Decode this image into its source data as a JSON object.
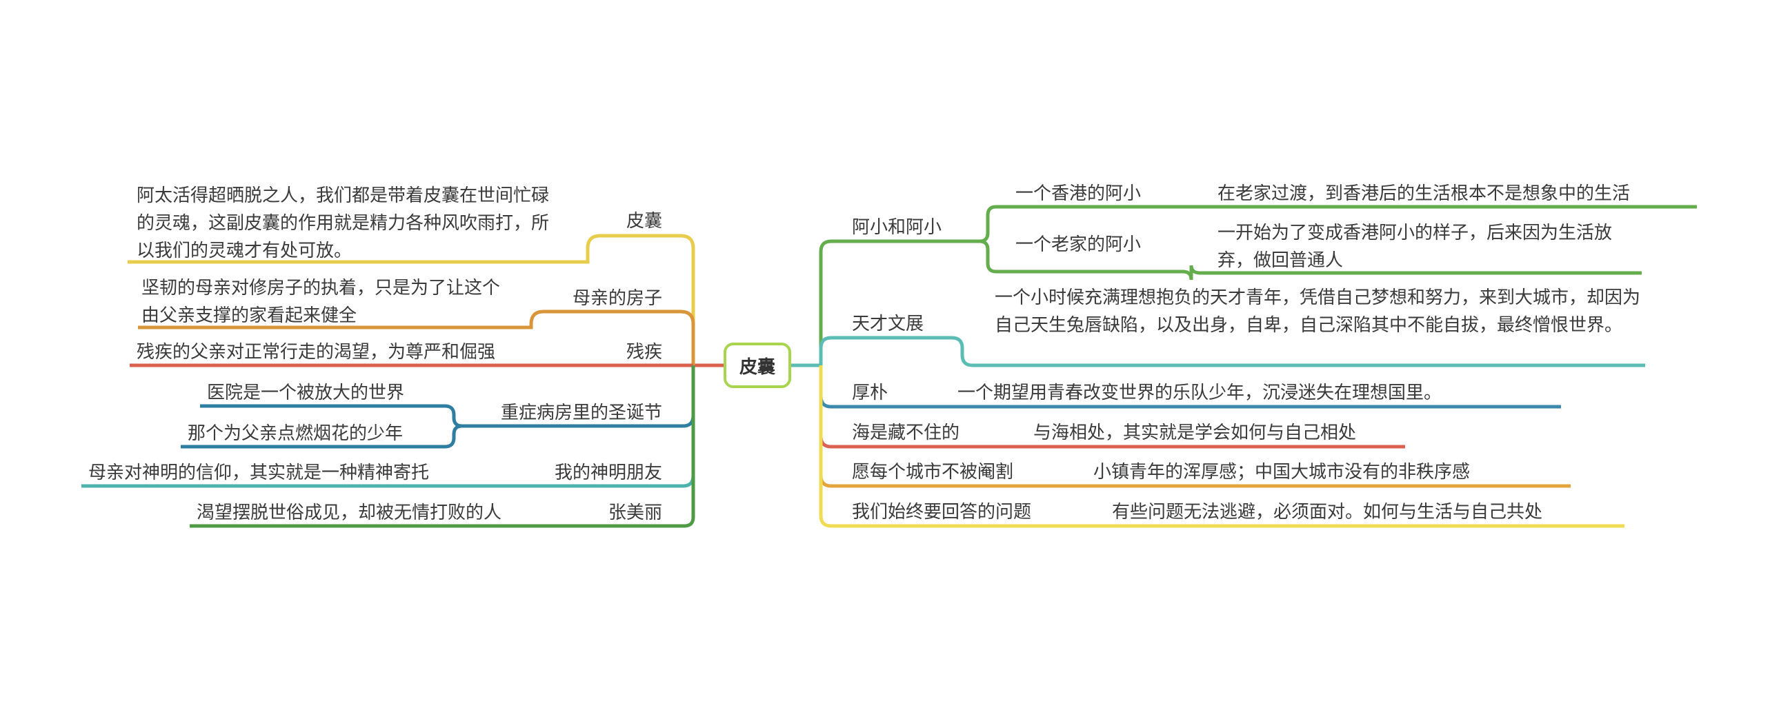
{
  "root": {
    "label": "皮囊"
  },
  "left_branches": [
    {
      "label": "皮囊",
      "color": "#e8cc4b",
      "children": [
        {
          "text": "阿太活得超晒脱之人，我们都是带着皮囊在世间忙碌的灵魂，这副皮囊的作用就是精力各种风吹雨打，所以我们的灵魂才有处可放。"
        }
      ]
    },
    {
      "label": "母亲的房子",
      "color": "#d9953a",
      "children": [
        {
          "text": "坚韧的母亲对修房子的执着，只是为了让这个由父亲支撑的家看起来健全"
        }
      ]
    },
    {
      "label": "残疾",
      "color": "#d9604c",
      "children": [
        {
          "text": "残疾的父亲对正常行走的渴望，为尊严和倔强"
        }
      ]
    },
    {
      "label": "重症病房里的圣诞节",
      "color": "#2d7ea1",
      "children": [
        {
          "text": "医院是一个被放大的世界"
        },
        {
          "text": "那个为父亲点燃烟花的少年"
        }
      ]
    },
    {
      "label": "我的神明朋友",
      "color": "#4fb3ad",
      "children": [
        {
          "text": "母亲对神明的信仰，其实就是一种精神寄托"
        }
      ]
    },
    {
      "label": "张美丽",
      "color": "#4f9a45",
      "children": [
        {
          "text": "渴望摆脱世俗成见，却被无情打败的人"
        }
      ]
    }
  ],
  "right_branches": [
    {
      "label": "阿小和阿小",
      "color": "#63ad4c",
      "children": [
        {
          "label": "一个香港的阿小",
          "children": [
            {
              "text": "在老家过渡，到香港后的生活根本不是想象中的生活"
            }
          ]
        },
        {
          "label": "一个老家的阿小",
          "children": [
            {
              "text": "一开始为了变成香港阿小的样子，后来因为生活放弃，做回普通人"
            }
          ]
        }
      ]
    },
    {
      "label": "天才文展",
      "color": "#5bbcb4",
      "children": [
        {
          "text": "一个小时候充满理想抱负的天才青年，凭借自己梦想和努力，来到大城市，却因为自己天生兔唇缺陷，以及出身，自卑，自己深陷其中不能自拔，最终憎恨世界。"
        }
      ]
    },
    {
      "label": "厚朴",
      "color": "#3a8aad",
      "children": [
        {
          "text": "一个期望用青春改变世界的乐队少年，沉浸迷失在理想国里。"
        }
      ]
    },
    {
      "label": "海是藏不住的",
      "color": "#db6250",
      "children": [
        {
          "text": "与海相处，其实就是学会如何与自己相处"
        }
      ]
    },
    {
      "label": "愿每个城市不被阉割",
      "color": "#e4a43d",
      "children": [
        {
          "text": "小镇青年的浑厚感；中国大城市没有的非秩序感"
        }
      ]
    },
    {
      "label": "我们始终要回答的问题",
      "color": "#f0dc52",
      "children": [
        {
          "text": "有些问题无法逃避，必须面对。如何与生活与自己共处"
        }
      ]
    }
  ]
}
